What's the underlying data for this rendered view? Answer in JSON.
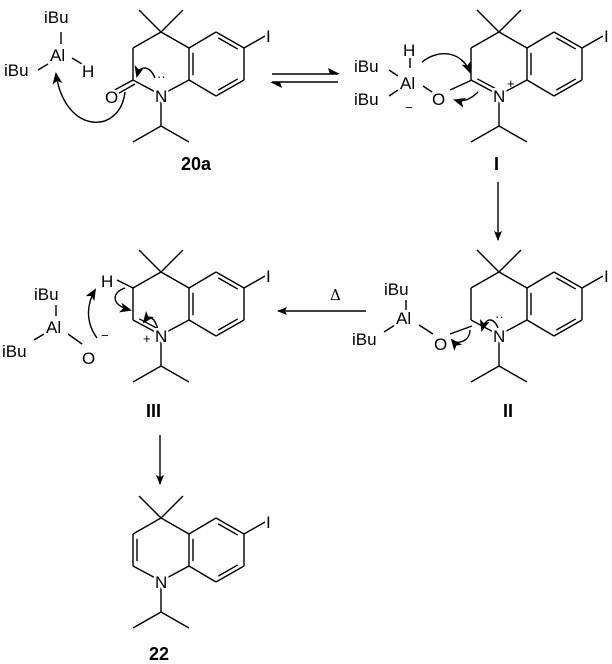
{
  "title": "DIBAL-H reduction mechanism of N-isopropyl-6-iodo-4,4-dimethyl-3,4-dihydroquinolin-2-one",
  "atoms": {
    "ibu": "iBu",
    "al": "Al",
    "h": "H",
    "o": "O",
    "n": "N",
    "i": "I",
    "plus": "+",
    "minus": "−",
    "lone_pair": "··"
  },
  "compounds": {
    "c20a": "20a",
    "cI": "I",
    "cII": "II",
    "cIII": "III",
    "c22": "22"
  },
  "conditions": {
    "heat": "Δ"
  },
  "colors": {
    "ink": "#000000",
    "background": "#ffffff"
  }
}
